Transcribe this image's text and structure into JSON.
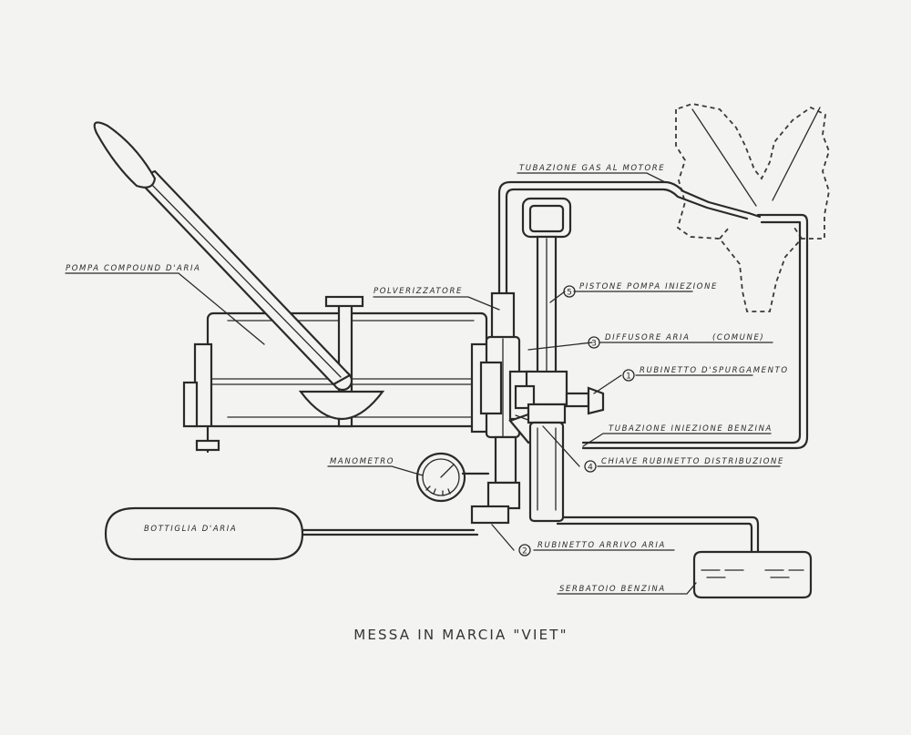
{
  "title": "MESSA IN MARCIA \"VIET\"",
  "labels": {
    "pompa": "Pompa Compound d'Aria",
    "polverizzatore": "Polverizzatore",
    "tubazione_gas": "Tubazione gas al motore",
    "pistone": "Pistone pompa iniezione",
    "diffusore": "Diffusore aria",
    "diffusore_note": "(Comune)",
    "rubinetto_spurgo": "Rubinetto d'spurgamento",
    "tubazione_iniezione": "Tubazione iniezione Benzina",
    "chiave": "Chiave Rubinetto distribuzione",
    "manometro": "Manometro",
    "bottiglia": "Bottiglia d'Aria",
    "rubinetto_arrivo": "Rubinetto arrivo Aria",
    "serbatoio": "Serbatoio Benzina"
  },
  "numbers": {
    "n1": "1",
    "n2": "2",
    "n3": "3",
    "n4": "4",
    "n5": "5"
  }
}
